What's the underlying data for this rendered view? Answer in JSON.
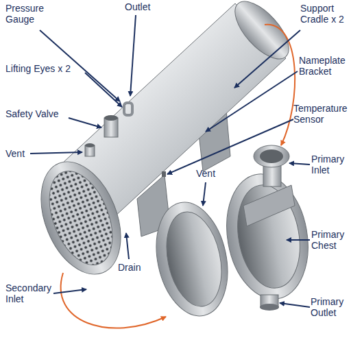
{
  "diagram": {
    "labels": [
      "Pressure Gauge",
      "Outlet",
      "Lifting Eyes x 2",
      "Safety Valve",
      "Vent",
      "Support Cradle x 2",
      "Nameplate Bracket",
      "Temperature Sensor",
      "Primary Inlet",
      "Vent",
      "Primary Chest",
      "Drain",
      "Secondary Inlet",
      "Primary Outlet"
    ]
  }
}
